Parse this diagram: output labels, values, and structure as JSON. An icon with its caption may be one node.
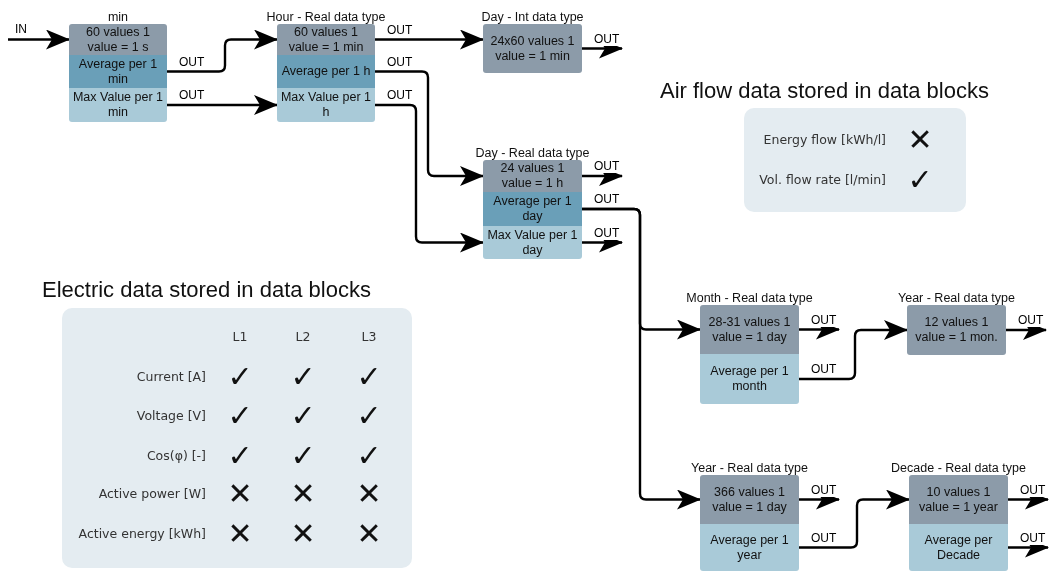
{
  "diagram": {
    "nodes": [
      {
        "text": [
          "min"
        ]
      },
      {
        "text": [
          "60 values 1 value = 1 s"
        ],
        "in": 0
      },
      {
        "text": [
          "Average per 1 min"
        ],
        "in": 0
      },
      {
        "text": [
          "Max Value per 1 min"
        ],
        "in": 0
      },
      {
        "text": [
          "Hour - Real data type"
        ]
      },
      {
        "text": [
          "60 values 1 value = 1 min"
        ],
        "in": 4
      },
      {
        "text": [
          "Average per 1 h"
        ],
        "in": 4
      },
      {
        "text": [
          "Max Value per 1 h"
        ],
        "in": 4
      },
      {
        "text": [
          "Day - Int data type"
        ]
      },
      {
        "text": [
          "24x60 values 1 value = 1 min"
        ],
        "in": 8
      },
      {
        "text": [
          "Day - Real data type"
        ]
      },
      {
        "text": [
          "24 values 1 value = 1 h"
        ],
        "in": 10
      },
      {
        "text": [
          "Average per 1 day"
        ],
        "in": 10
      },
      {
        "text": [
          "Max Value per 1 day"
        ],
        "in": 10
      },
      {
        "text": [
          "Month - Real data type"
        ]
      },
      {
        "text": [
          "28-31 values 1 value = 1 day"
        ],
        "in": 14
      },
      {
        "text": [
          "Average per 1 month"
        ],
        "in": 14
      },
      {
        "text": [
          "Year - Real data type"
        ]
      },
      {
        "text": [
          "12 values 1 value = 1 mon."
        ],
        "in": 17
      },
      {
        "text": [
          "Year - Real data type"
        ]
      },
      {
        "text": [
          "366 values 1 value = 1 day"
        ],
        "in": 19
      },
      {
        "text": [
          "Average per 1 year"
        ],
        "in": 19
      },
      {
        "text": [
          "Decade - Real data type"
        ]
      },
      {
        "text": [
          "10 values 1 value = 1 year"
        ],
        "in": 22
      },
      {
        "text": [
          "Average per Decade"
        ],
        "in": 22
      },
      {
        "text": [
          "Air flow data stored in data blocks"
        ]
      },
      {
        "text": [
          "Electric data stored in data blocks"
        ]
      }
    ],
    "edges": [
      {
        "from": null,
        "to": 1,
        "arrow": "to",
        "label": "IN"
      },
      {
        "from": 2,
        "to": 5,
        "arrow": "to",
        "label": "OUT"
      },
      {
        "from": 3,
        "to": 7,
        "arrow": "to",
        "label": "OUT"
      },
      {
        "from": 5,
        "to": 9,
        "arrow": "to",
        "label": "OUT"
      },
      {
        "from": 6,
        "to": 11,
        "arrow": "to",
        "label": "OUT"
      },
      {
        "from": 7,
        "to": 13,
        "arrow": "to",
        "label": "OUT"
      },
      {
        "from": 9,
        "to": null,
        "arrow": "to",
        "label": "OUT"
      },
      {
        "from": 11,
        "to": null,
        "arrow": "to",
        "label": "OUT"
      },
      {
        "from": 12,
        "to": 15,
        "arrow": "to",
        "label": "OUT"
      },
      {
        "from": 12,
        "to": 20,
        "arrow": "to"
      },
      {
        "from": 13,
        "to": null,
        "arrow": "to",
        "label": "OUT"
      },
      {
        "from": 15,
        "to": null,
        "arrow": "to",
        "label": "OUT"
      },
      {
        "from": 16,
        "to": 18,
        "arrow": "to",
        "label": "OUT"
      },
      {
        "from": 18,
        "to": null,
        "arrow": "to",
        "label": "OUT"
      },
      {
        "from": 20,
        "to": null,
        "arrow": "to",
        "label": "OUT"
      },
      {
        "from": 21,
        "to": 23,
        "arrow": "to",
        "label": "OUT"
      },
      {
        "from": 23,
        "to": null,
        "arrow": "to",
        "label": "OUT"
      },
      {
        "from": 24,
        "to": null,
        "arrow": "to",
        "label": "OUT"
      }
    ],
    "labels": [
      "Energy flow [kWh/l]",
      "✕",
      "Vol. flow rate [l/min]",
      "✓",
      "L1",
      "L2",
      "L3",
      "Current [A]",
      "✓",
      "✓",
      "✓",
      "Voltage [V]",
      "✓",
      "✓",
      "✓",
      "Cos(φ) [-]",
      "✓",
      "✓",
      "✓",
      "Active power [W]",
      "✕",
      "✕",
      "✕",
      "Active energy [kWh]",
      "✕",
      "✕",
      "✕"
    ]
  }
}
